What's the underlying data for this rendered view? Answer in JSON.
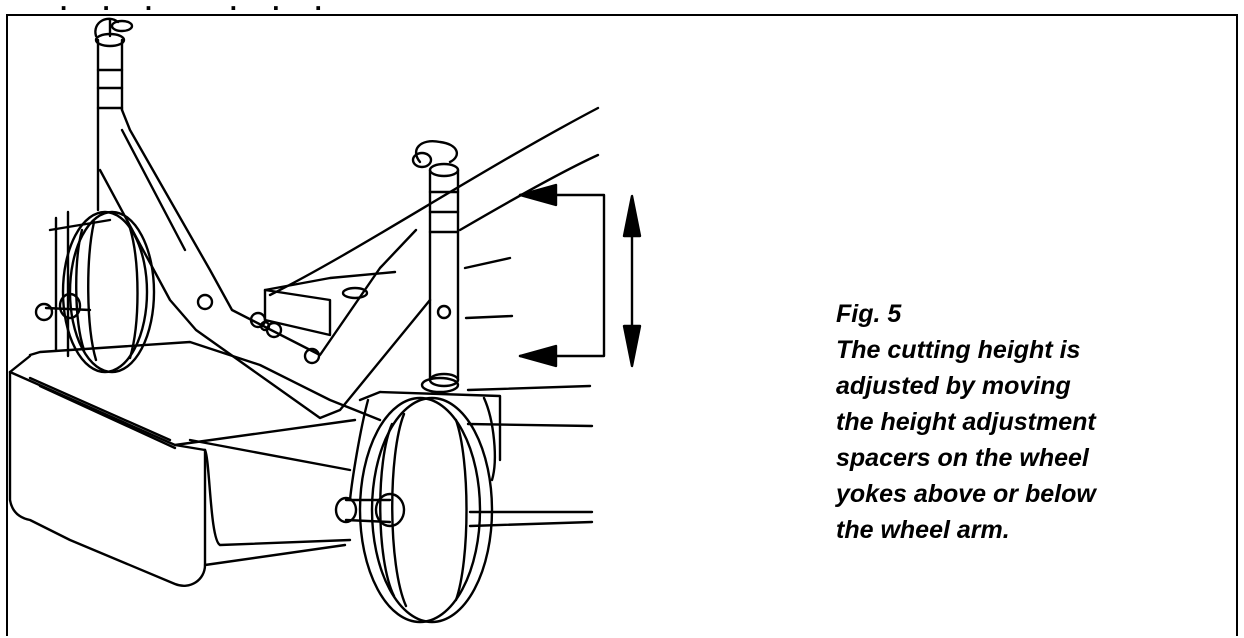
{
  "figure": {
    "label": "Fig. 5",
    "caption_lines": [
      "The cutting height is",
      "adjusted by moving",
      "the height adjustment",
      "spacers on the wheel",
      "yokes above or below",
      "the wheel arm."
    ]
  }
}
